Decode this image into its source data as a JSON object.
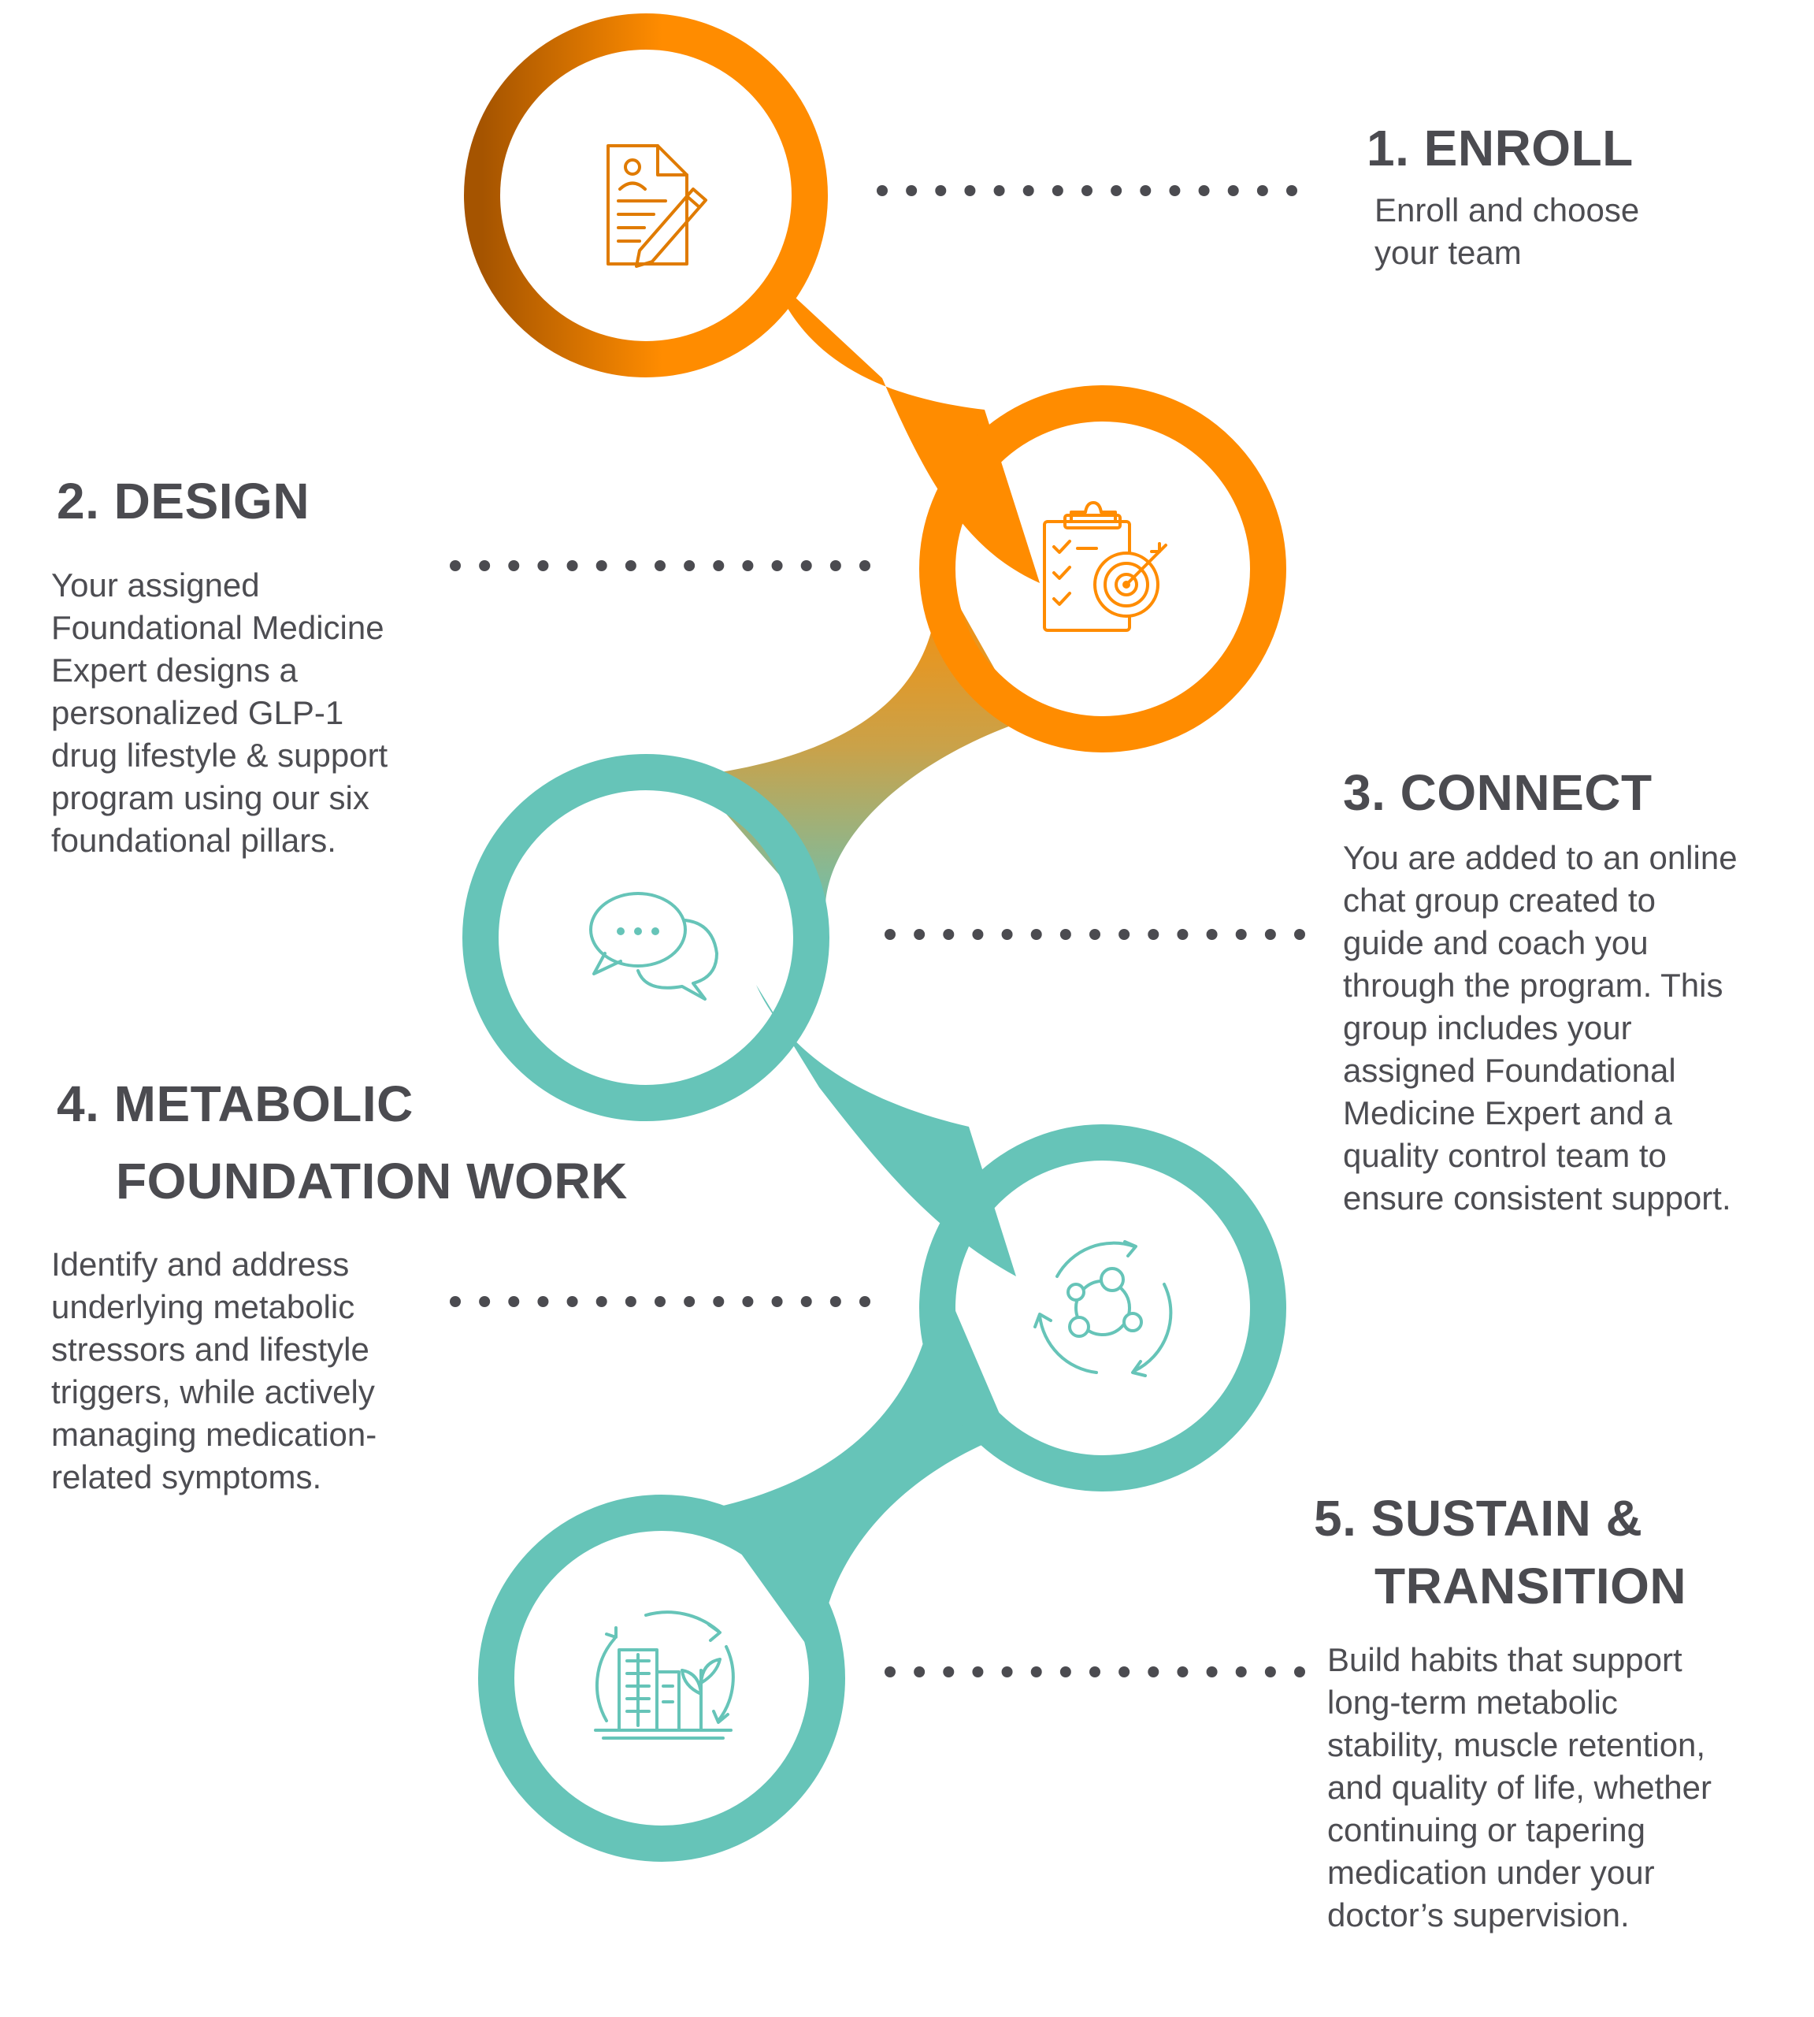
{
  "colors": {
    "orange": "#ff8c00",
    "orange_dark": "#a55400",
    "teal": "#66c4b8",
    "text": "#4b4b50",
    "dots": "#4b4b50"
  },
  "steps": [
    {
      "number": "1.",
      "title_line1": "ENROLL",
      "title_line2": "",
      "description": "Enroll and choose your team",
      "icon": "document-pencil-icon",
      "color": "orange"
    },
    {
      "number": "2.",
      "title_line1": "DESIGN",
      "title_line2": "",
      "description": "Your assigned Foundational Medicine Expert designs a personalized GLP-1 drug lifestyle & support program using our six foundational pillars.",
      "icon": "clipboard-target-icon",
      "color": "orange"
    },
    {
      "number": "3.",
      "title_line1": "CONNECT",
      "title_line2": "",
      "description": "You are added to an online chat group created to guide and coach you through the program. This group includes your assigned Foundational Medicine Expert and a quality control team to ensure consistent support.",
      "icon": "chat-bubbles-icon",
      "color": "teal"
    },
    {
      "number": "4.",
      "title_line1": "METABOLIC",
      "title_line2": "FOUNDATION WORK",
      "description": "Identify and address underlying metabolic stressors and lifestyle triggers, while actively managing medication-related symptoms.",
      "icon": "cycle-nodes-icon",
      "color": "teal"
    },
    {
      "number": "5.",
      "title_line1": "SUSTAIN &",
      "title_line2": "TRANSITION",
      "description": "Build habits that support long-term metabolic stability, muscle retention, and quality of life, whether continuing or tapering medication under your doctor’s supervision.",
      "icon": "sustainable-city-icon",
      "color": "teal"
    }
  ]
}
